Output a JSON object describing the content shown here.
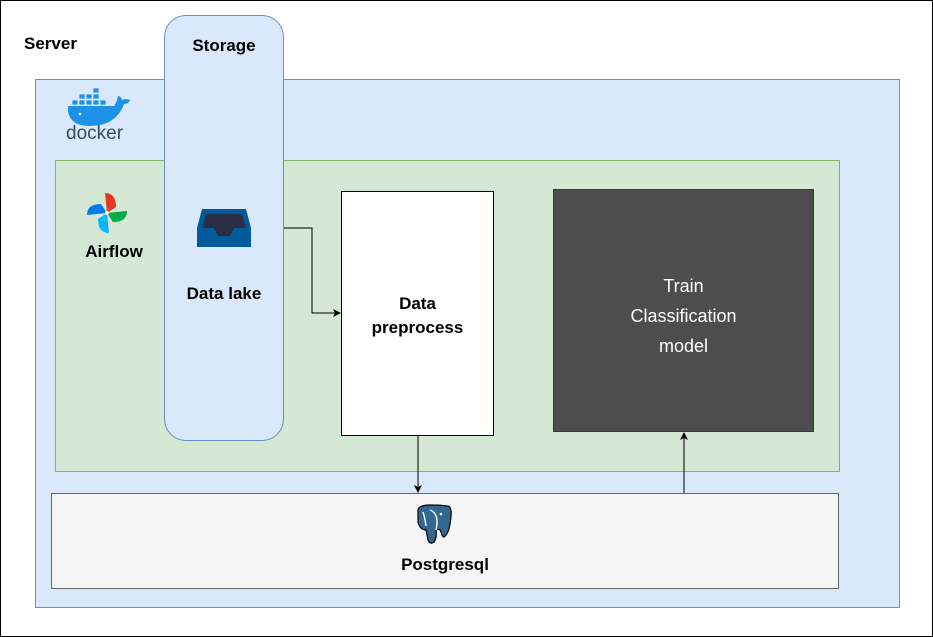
{
  "server": {
    "label": "Server"
  },
  "docker": {
    "label": "docker",
    "icon": "docker-whale-icon"
  },
  "airflow": {
    "label": "Airflow",
    "icon": "airflow-pinwheel-icon"
  },
  "storage": {
    "label": "Storage"
  },
  "data_lake": {
    "label": "Data lake",
    "icon": "inbox-tray-icon"
  },
  "preprocess": {
    "label": "Data\npreprocess"
  },
  "train": {
    "label": "Train\nClassification\nmodel"
  },
  "postgres": {
    "label": "Postgresql",
    "icon": "postgresql-elephant-icon"
  },
  "colors": {
    "docker_fill": "#dae8fc",
    "airflow_fill": "#d5e8d4",
    "train_fill": "#4d4d4d",
    "postgres_fill": "#f5f5f5"
  }
}
